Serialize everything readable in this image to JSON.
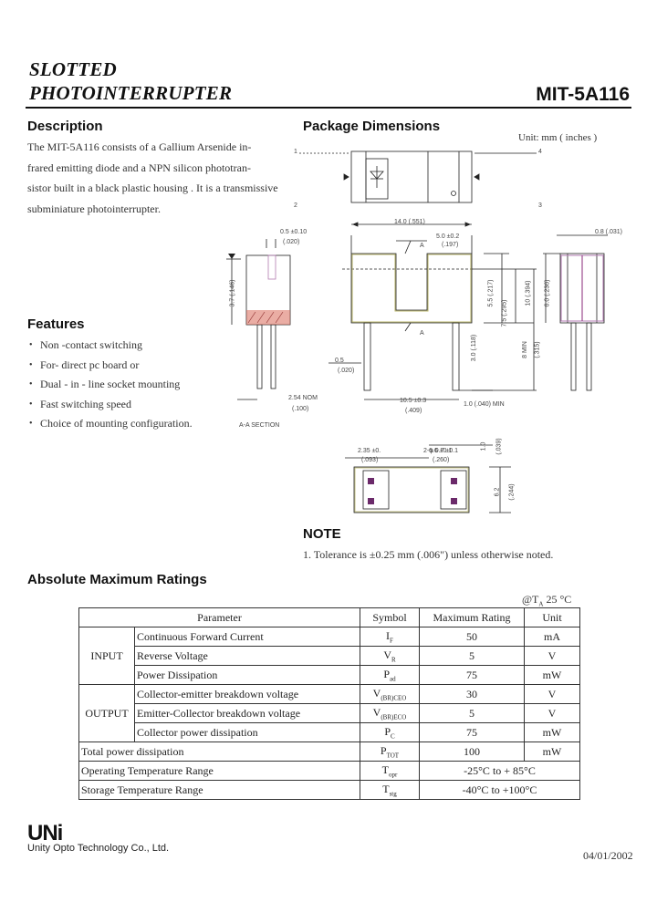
{
  "header": {
    "title_line1": "SLOTTED",
    "title_line2": "PHOTOINTERRUPTER",
    "model": "MIT-5A116"
  },
  "description": {
    "heading": "Description",
    "lines": [
      "The MIT-5A116 consists of a Gallium Arsenide in-",
      "frared emitting diode and a NPN silicon phototran-",
      "sistor built in a black plastic housing . It is a  transmissive",
      "subminiature photointerrupter."
    ]
  },
  "package": {
    "heading": "Package Dimensions",
    "units": "Unit: mm ( inches )",
    "pins": {
      "p1": "1",
      "p2": "2",
      "p3": "3",
      "p4": "4"
    },
    "dims": {
      "w_top": "14.0 (.551)",
      "slot_w": "5.0 ±0.2",
      "slot_w_in": "(.197)",
      "d1": "0.5 ±0.10",
      "d1_in": "(.020)",
      "d2": "0.8 (.031)",
      "left_h": "3.7 (.146)",
      "h1": "5.5 (.217)",
      "h2": "7.5 (.295)",
      "h3": "10 (.394)",
      "h4": "3.0 (.118)",
      "h5": "6.0 (.236)",
      "pin_len": "8 MIN",
      "pin_len_in": "(.315)",
      "pin_sq": "0.5",
      "pin_sq_in": "(.020)",
      "pitch": "10.5 ±0.3",
      "pitch_in": "(.409)",
      "min_len": "1.0 (.040) MIN",
      "nom": "2.54 NOM",
      "nom_in": "(.100)",
      "section": "A-A SECTION",
      "hole": "2-φ 0.7 ±0.1",
      "b1": "2.35 ±0.",
      "b1_in": "(.093)",
      "b2": "6.6 ±0.1",
      "b2_in": "(.260)",
      "b3": "1.0",
      "b3_in": "(.039)",
      "b4": "6.2",
      "b4_in": "(.244)",
      "a_mark": "A"
    }
  },
  "features": {
    "heading": "Features",
    "items": [
      "Non -contact switching",
      "For- direct pc board or",
      "Dual - in - line socket mounting",
      "Fast switching speed",
      "Choice of mounting configuration."
    ]
  },
  "note": {
    "heading": "NOTE",
    "text": "1. Tolerance  is ±0.25 mm  (.006\")   unless  otherwise  noted."
  },
  "ratings": {
    "heading": "Absolute Maximum Ratings",
    "condition": "@T",
    "condition_sub": "A",
    "condition_val": "25 °C",
    "headers": [
      "Parameter",
      "Symbol",
      "Maximum Rating",
      "Unit"
    ],
    "group_input": "INPUT",
    "group_output": "OUTPUT",
    "rows": [
      {
        "param": "Continuous Forward Current",
        "sym": "I",
        "sub": "F",
        "val": "50",
        "unit": "mA"
      },
      {
        "param": "Reverse Voltage",
        "sym": "V",
        "sub": "R",
        "val": "5",
        "unit": "V"
      },
      {
        "param": "Power Dissipation",
        "sym": "P",
        "sub": "ad",
        "val": "75",
        "unit": "mW"
      },
      {
        "param": "Collector-emitter breakdown voltage",
        "sym": "V",
        "sub": "(BR)CEO",
        "val": "30",
        "unit": "V"
      },
      {
        "param": "Emitter-Collector breakdown voltage",
        "sym": "V",
        "sub": "(BR)ECO",
        "val": "5",
        "unit": "V"
      },
      {
        "param": "Collector power dissipation",
        "sym": "P",
        "sub": "C",
        "val": "75",
        "unit": "mW"
      },
      {
        "param": "Total power dissipation",
        "sym": "P",
        "sub": "TOT",
        "val": "100",
        "unit": "mW"
      },
      {
        "param": "Operating Temperature Range",
        "sym": "T",
        "sub": "opr",
        "val": "-25°C to + 85°C",
        "unit": ""
      },
      {
        "param": "Storage Temperature Range",
        "sym": "T",
        "sub": "stg",
        "val": "-40°C to +100°C",
        "unit": ""
      }
    ]
  },
  "footer": {
    "logo": "UNi",
    "company": "Unity Opto Technology Co., Ltd.",
    "date": "04/01/2002"
  }
}
